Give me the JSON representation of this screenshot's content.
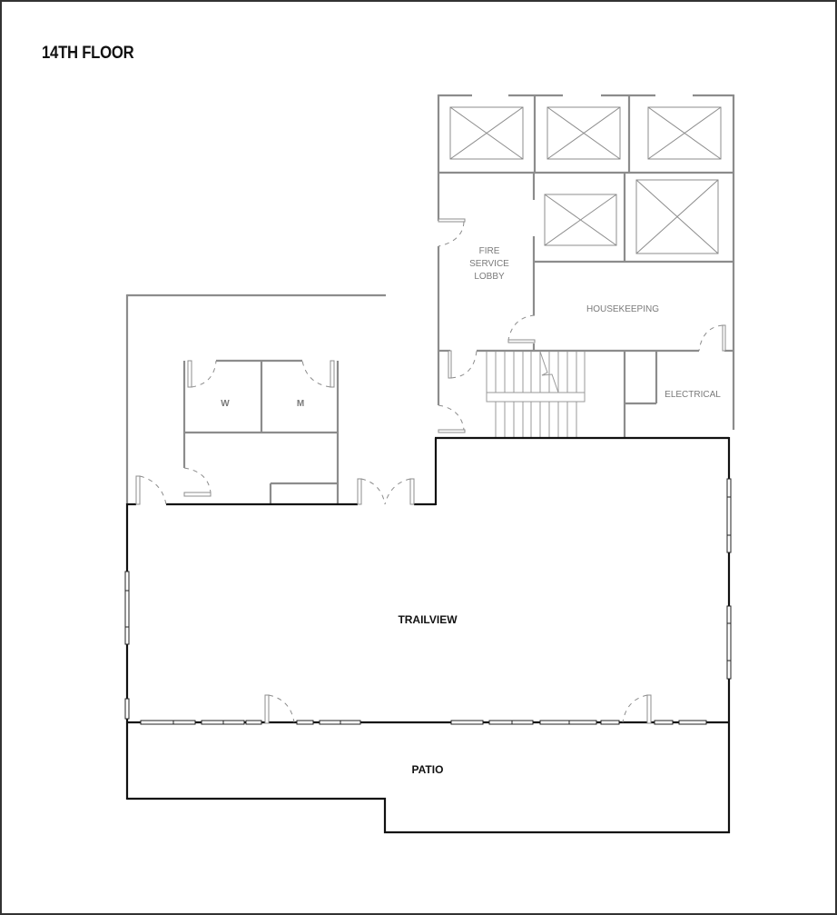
{
  "header": {
    "title": "14TH FLOOR"
  },
  "colors": {
    "frame_border": "#333333",
    "exterior_wall": "#111111",
    "interior_wall": "#8c8c8c",
    "label_dark": "#111111",
    "label_grey": "#7a7a7a",
    "background": "#ffffff"
  },
  "rooms": {
    "trailview": {
      "label": "TRAILVIEW"
    },
    "patio": {
      "label": "PATIO"
    },
    "fire_service_lobby": {
      "line1": "FIRE",
      "line2": "SERVICE",
      "line3": "LOBBY"
    },
    "housekeeping": {
      "label": "HOUSEKEEPING"
    },
    "electrical": {
      "label": "ELECTRICAL"
    },
    "restroom_women": {
      "label": "W"
    },
    "restroom_men": {
      "label": "M"
    }
  },
  "elevators": {
    "count": 5,
    "icon": "elevator-shaft-icon"
  },
  "stairs": {
    "icon": "stairwell-icon"
  }
}
